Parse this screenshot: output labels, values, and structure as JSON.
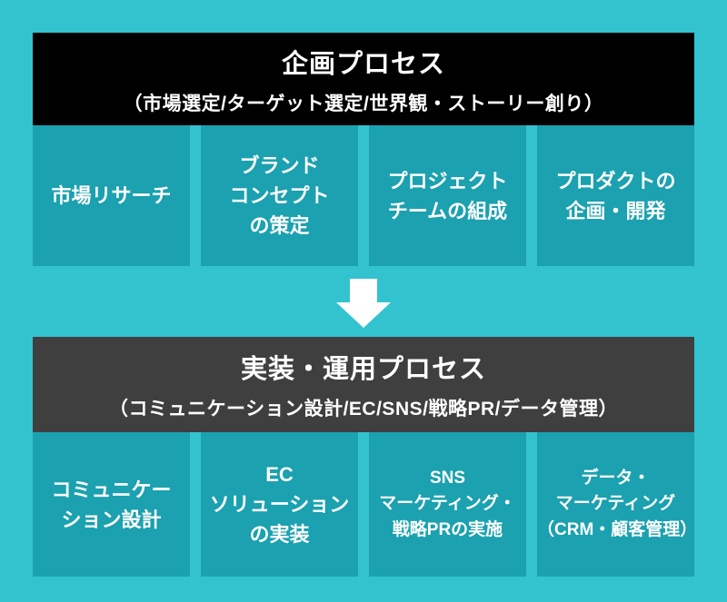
{
  "colors": {
    "page_background": "#32c3cf",
    "step_box": "#1ba1af",
    "planning_header_background": "#000000",
    "implementation_header_background": "#3f3f3f",
    "text": "#ffffff",
    "arrow": "#ffffff"
  },
  "planning_section": {
    "header": {
      "title": "企画プロセス",
      "subtitle": "（市場選定/ターゲット選定/世界観・ストーリー創り）"
    },
    "steps": [
      {
        "label": "市場リサーチ"
      },
      {
        "label": "ブランド\nコンセプト\nの策定"
      },
      {
        "label": "プロジェクト\nチームの組成"
      },
      {
        "label": "プロダクトの\n企画・開発"
      }
    ]
  },
  "arrow": {
    "name": "down-arrow"
  },
  "implementation_section": {
    "header": {
      "title": "実装・運用プロセス",
      "subtitle": "（コミュニケーション設計/EC/SNS/戦略PR/データ管理）"
    },
    "steps": [
      {
        "label": "コミュニケー\nション設計"
      },
      {
        "label": "EC\nソリューション\nの実装"
      },
      {
        "label": "SNS\nマーケティング・\n戦略PRの実施"
      },
      {
        "label": "データ・\nマーケティング\n（CRM・顧客管理）"
      }
    ]
  }
}
